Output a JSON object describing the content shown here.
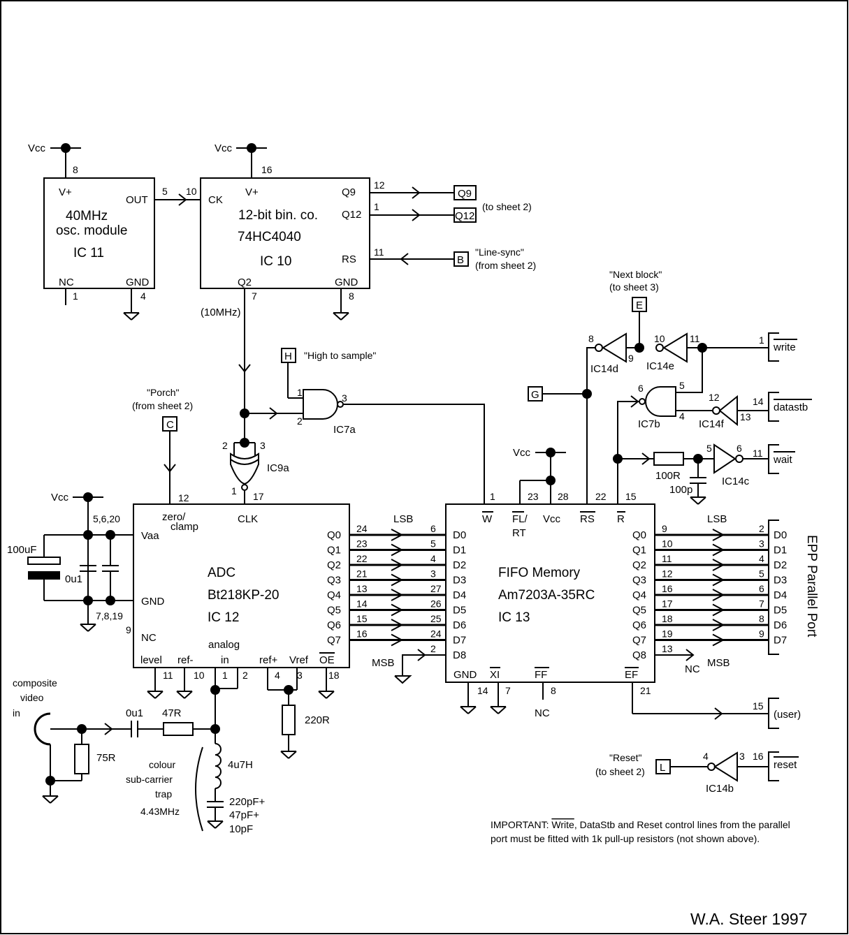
{
  "supply": {
    "vcc": "Vcc"
  },
  "ic11": {
    "title_line1": "40MHz",
    "title_line2": "osc. module",
    "ref": "IC 11",
    "vplus": "V+",
    "out": "OUT",
    "nc": "NC",
    "gnd": "GND",
    "pin_vcc": "8",
    "pin_out": "5",
    "pin_nc": "1",
    "pin_gnd": "4"
  },
  "ic10": {
    "title_line1": "12-bit bin. co.",
    "part": "74HC4040",
    "ref": "IC 10",
    "ck": "CK",
    "vplus": "V+",
    "q9": "Q9",
    "q12": "Q12",
    "rs": "RS",
    "q2": "Q2",
    "gnd": "GND",
    "pin_ck": "10",
    "pin_vcc": "16",
    "pin_q9": "12",
    "pin_q12": "1",
    "pin_rs": "11",
    "pin_q2": "7",
    "pin_gnd": "8",
    "freq": "(10MHz)"
  },
  "offsheet": {
    "q9": "Q9",
    "q12": "Q12",
    "to_sheet2": "(to sheet 2)",
    "b": "B",
    "b_note1": "\"Line-sync\"",
    "b_note2": "(from sheet 2)",
    "e": "E",
    "e_note1": "\"Next block\"",
    "e_note2": "(to sheet 3)",
    "h": "H",
    "h_note": "\"High to sample\"",
    "c": "C",
    "c_note1": "\"Porch\"",
    "c_note2": "(from sheet 2)",
    "g": "G",
    "l": "L",
    "l_note1": "\"Reset\"",
    "l_note2": "(to sheet 2)"
  },
  "gates": {
    "ic7a": {
      "ref": "IC7a",
      "pin1": "1",
      "pin2": "2",
      "pin3": "3"
    },
    "ic9a": {
      "ref": "IC9a",
      "pin1": "1",
      "pin2": "2",
      "pin3": "3"
    },
    "ic7b": {
      "ref": "IC7b",
      "pin4": "4",
      "pin5": "5",
      "pin6": "6"
    },
    "ic14d": {
      "ref": "IC14d",
      "pin_in": "9",
      "pin_out": "8"
    },
    "ic14e": {
      "ref": "IC14e",
      "pin_in": "11",
      "pin_out": "10"
    },
    "ic14f": {
      "ref": "IC14f",
      "pin_in": "13",
      "pin_out": "12"
    },
    "ic14c": {
      "ref": "IC14c",
      "pin_in": "5",
      "pin_out": "6"
    },
    "ic14b": {
      "ref": "IC14b",
      "pin_in": "3",
      "pin_out": "4"
    }
  },
  "ic12": {
    "line1": "ADC",
    "line2": "Bt218KP-20",
    "line3": "IC 12",
    "vaa": "Vaa",
    "gnd": "GND",
    "nc": "NC",
    "clk": "CLK",
    "zero_clamp1": "zero/",
    "zero_clamp2": "clamp",
    "level": "level",
    "ref_minus": "ref-",
    "analog": "analog",
    "analog_in": "in",
    "ref_plus": "ref+",
    "vref": "Vref",
    "oe": "OE",
    "pins_vaa": "5,6,20",
    "pins_gnd": "7,8,19",
    "pin_nc": "9",
    "pin_clk": "17",
    "pin_zero": "12",
    "pin_level": "11",
    "pin_refm": "10",
    "pin_in1": "1",
    "pin_in2": "2",
    "pin_refp": "4",
    "pin_vref": "3",
    "pin_oe": "18",
    "outputs": [
      "Q0",
      "Q1",
      "Q2",
      "Q3",
      "Q4",
      "Q5",
      "Q6",
      "Q7"
    ],
    "out_pins": [
      "24",
      "23",
      "22",
      "21",
      "13",
      "14",
      "15",
      "16"
    ]
  },
  "ic13": {
    "line1": "FIFO Memory",
    "line2": "Am7203A-35RC",
    "line3": "IC 13",
    "w": "W",
    "fl1": "FL/",
    "fl2": "RT",
    "vcc": "Vcc",
    "rs": "RS",
    "r": "R",
    "pin_w": "1",
    "pin_fl": "23",
    "pin_vcc": "28",
    "pin_rs": "22",
    "pin_r": "15",
    "inputs": [
      "D0",
      "D1",
      "D2",
      "D3",
      "D4",
      "D5",
      "D6",
      "D7",
      "D8"
    ],
    "in_pins": [
      "6",
      "5",
      "4",
      "3",
      "27",
      "26",
      "25",
      "24",
      "2"
    ],
    "outputs": [
      "Q0",
      "Q1",
      "Q2",
      "Q3",
      "Q4",
      "Q5",
      "Q6",
      "Q7",
      "Q8"
    ],
    "out_pins": [
      "9",
      "10",
      "11",
      "12",
      "16",
      "17",
      "18",
      "19",
      "13"
    ],
    "gnd": "GND",
    "xi": "XI",
    "ff": "FF",
    "ef": "EF",
    "pin_gnd": "14",
    "pin_xi": "7",
    "pin_ff": "8",
    "pin_ef": "21"
  },
  "bus": {
    "lsb": "LSB",
    "msb": "MSB",
    "nc": "NC"
  },
  "port": {
    "title": "EPP Parallel Port",
    "data": [
      "D0",
      "D1",
      "D2",
      "D3",
      "D4",
      "D5",
      "D6",
      "D7"
    ],
    "data_pins": [
      "2",
      "3",
      "4",
      "5",
      "6",
      "7",
      "8",
      "9"
    ],
    "write": "write",
    "write_pin": "1",
    "datastb": "datastb",
    "datastb_pin": "14",
    "wait": "wait",
    "wait_pin": "11",
    "user": "(user)",
    "user_pin": "15",
    "reset": "reset",
    "reset_pin": "16"
  },
  "components": {
    "c100u": "100uF",
    "c0u1a": "0u1",
    "r100": "100R",
    "c100p": "100p",
    "r220": "220R",
    "r75": "75R",
    "c0u1b": "0u1",
    "r47": "47R",
    "l4u7": "4u7H",
    "cap_trap1": "220pF+",
    "cap_trap2": "47pF+",
    "cap_trap3": "10pF"
  },
  "input": {
    "line1": "composite",
    "line2": "video",
    "line3": "in"
  },
  "trap": {
    "line1": "colour",
    "line2": "sub-carrier",
    "line3": "trap",
    "line4": "4.43MHz"
  },
  "note": {
    "line1_pre": "IMPORTANT:  ",
    "word1": "Write",
    "sep1": ", ",
    "word2": "DataStb",
    "sep2": " and ",
    "word3": "Reset",
    "line1_post": " control lines from the parallel",
    "line2": "port must be fitted with 1k pull-up resistors (not shown above)."
  },
  "signature": "W.A. Steer 1997"
}
